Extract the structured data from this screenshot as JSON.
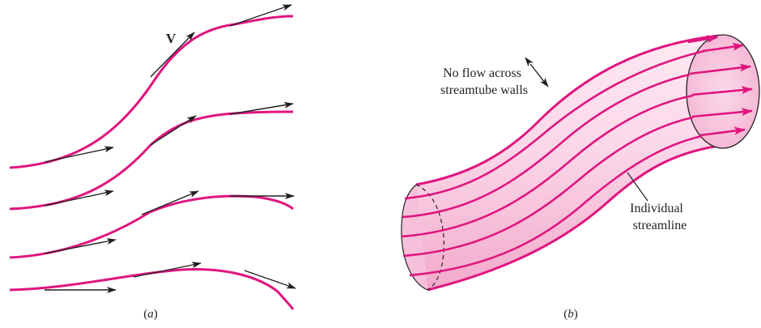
{
  "panel_a": {
    "vector_label": "V",
    "caption_open": "(",
    "caption_letter": "a",
    "caption_close": ")"
  },
  "panel_b": {
    "annotation_walls_line1": "No flow across",
    "annotation_walls_line2": "streamtube walls",
    "annotation_streamline_line1": "Individual",
    "annotation_streamline_line2": "streamline",
    "caption_open": "(",
    "caption_letter": "b",
    "caption_close": ")"
  },
  "colors": {
    "streamline": "#e0157f",
    "arrow": "#231f20",
    "tube_fill": "#f7c6de",
    "tube_fill_light": "#fde9f2"
  },
  "icons": [
    "velocity-arrow-icon",
    "double-headed-arrow-icon",
    "arrowhead-icon"
  ]
}
